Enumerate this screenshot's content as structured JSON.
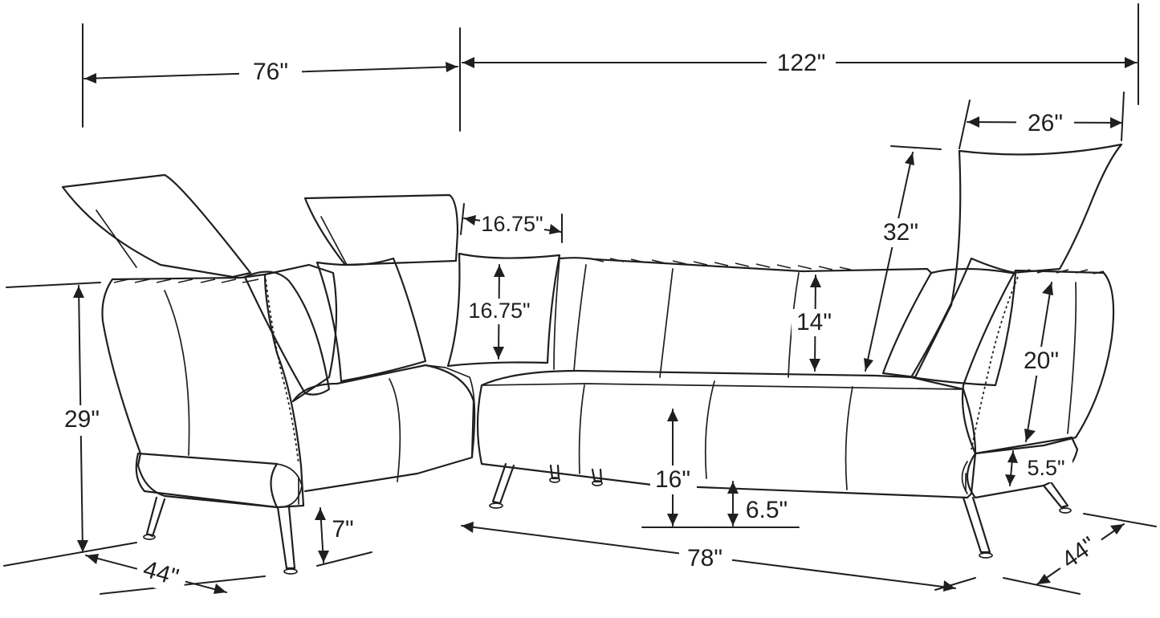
{
  "dimensions": {
    "left_width": "76\"",
    "total_width": "122\"",
    "backrest_width": "26\"",
    "backrest_height": "32\"",
    "pillow_width": "16.75\"",
    "pillow_height": "16.75\"",
    "back_height": "14\"",
    "arm_height": "20\"",
    "total_height": "29\"",
    "seat_height": "16\"",
    "leg_clearance": "6.5\"",
    "arm_base": "5.5\"",
    "leg_height": "7\"",
    "seat_length": "78\"",
    "depth_left": "44\"",
    "depth_right": "44\""
  }
}
